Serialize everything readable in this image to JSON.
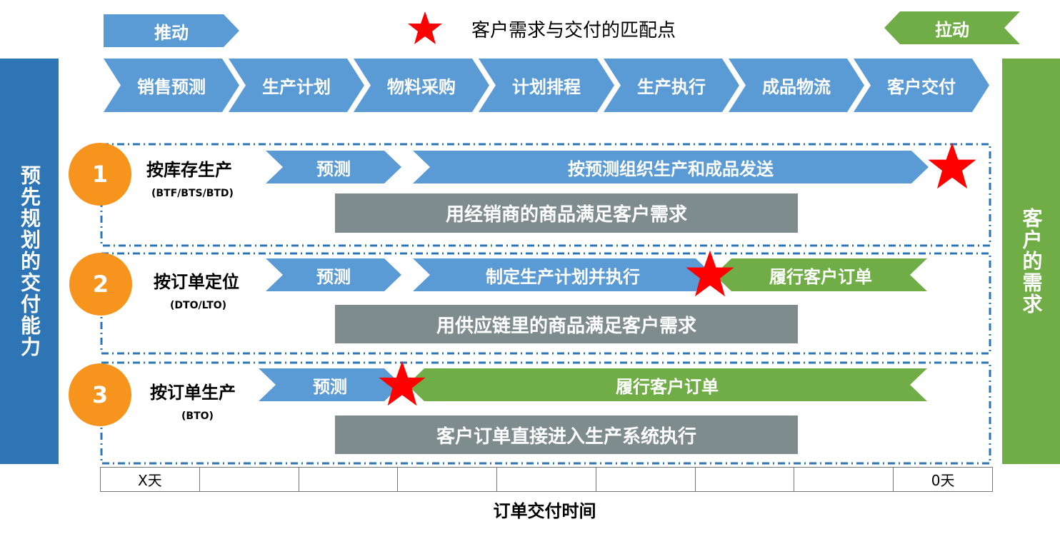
{
  "header": {
    "push_label": "推动",
    "pull_label": "拉动",
    "legend_text": "客户需求与交付的匹配点"
  },
  "process_steps": [
    "销售预测",
    "生产计划",
    "物料采购",
    "计划排程",
    "生产执行",
    "成品物流",
    "客户交付"
  ],
  "left_side_label": "预先规划的交付能力",
  "right_side_label": "客户的需求",
  "sections": [
    {
      "number": "1",
      "title": "按库存生产",
      "subtitle": "(BTF/BTS/BTD)",
      "arrows": [
        "预测",
        "按预测组织生产和成品发送"
      ],
      "bar": "用经销商的商品满足客户需求"
    },
    {
      "number": "2",
      "title": "按订单定位",
      "subtitle": "(DTO/LTO)",
      "arrows": [
        "预测",
        "制定生产计划并执行",
        "履行客户订单"
      ],
      "bar": "用供应链里的商品满足客户需求"
    },
    {
      "number": "3",
      "title": "按订单生产",
      "subtitle": "(BTO)",
      "arrows": [
        "预测",
        "履行客户订单"
      ],
      "bar": "客户订单直接进入生产系统执行"
    }
  ],
  "timeline": {
    "cells": [
      "X天",
      "",
      "",
      "",
      "",
      "",
      "",
      "",
      "0天"
    ],
    "label": "订单交付时间"
  },
  "colors": {
    "blue": "#5b9bd5",
    "green": "#70ad47",
    "side_blue": "#2e75b6",
    "grey": "#7f8c8d",
    "orange": "#f7941d",
    "star": "#ff0000"
  }
}
